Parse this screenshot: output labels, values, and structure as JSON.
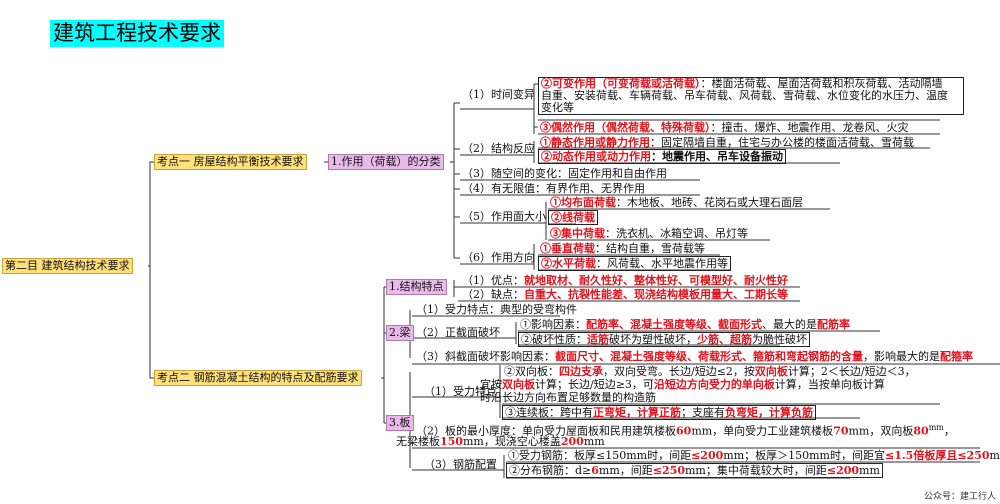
{
  "title": "建筑工程技术要求",
  "root": "第二目  建筑结构技术要求",
  "p1": {
    "label": "考点一  房屋结构平衡技术要求",
    "sub": "1.作用（荷载）的分类",
    "time": "（1）时间变异",
    "t2a": "②可变作用（可变荷载或活荷载）",
    "t2b": "：楼面活荷载、屋面活荷载和积灰荷载、活动隔墙",
    "t2c": "自重、安装荷载、车辆荷载、吊车荷载、风荷载、雪荷载、水位变化的水压力、温度",
    "t2d": "变化等",
    "t3a": "③偶然作用（偶然荷载、特殊荷载）",
    "t3b": "：撞击、爆炸、地震作用、龙卷风、火灾",
    "react": "（2）结构反应",
    "r1a": "①静态作用或静力作用",
    "r1b": "：固定隔墙自重，住宅与办公楼的楼面活荷载、雪荷载",
    "r2a": "②动态作用或动力作用",
    "r2b": "：地震作用、吊车设备振动",
    "space": "（3）随空间的变化：固定作用和自由作用",
    "limit": "（4）有无限值：有界作用、无界作用",
    "area": "（5）作用面大小",
    "a1a": "①均布面荷载",
    "a1b": "：木地板、地砖、花岗石或大理石面层",
    "a2a": "②线荷载",
    "a3a": "③集中荷载",
    "a3b": "：洗衣机、冰箱空调、吊灯等",
    "dir": "（6）作用方向",
    "d1a": "①垂直荷载",
    "d1b": "：结构自重，雪荷载等",
    "d2a": "②水平荷载",
    "d2b": "：风荷载、水平地震作用等"
  },
  "p2": {
    "label": "考点二  钢筋混凝土结构的特点及配筋要求",
    "s1": "1.结构特点",
    "adv": "（1）优点：",
    "adv_r": "就地取材、耐久性好、整体性好、可模型好、耐火性好",
    "dis": "（2）缺点：",
    "dis_r": "自重大、抗裂性能差、现浇结构模板用量大、工期长等",
    "s2": "2.梁",
    "b1": "（1）受力特点：典型的受弯构件",
    "b2": "（2）正截面破坏",
    "b2a": "①影响因素：",
    "b2a_r": "配筋率、混凝土强度等级、截面形式",
    "b2a_m": "、最大的是",
    "b2a_r2": "配筋率",
    "b2b": "②破坏性质：",
    "b2b_r": "适筋",
    "b2b_m": "破坏为塑性破坏，",
    "b2b_r2": "少筋、超筋",
    "b2b_e": "为脆性破坏",
    "b3": "（3）斜截面破坏影响因素：",
    "b3_r": "截面尺寸、混凝土强度等级、荷载形式、箍筋和弯起钢筋的含量",
    "b3_m": "，影响最大的是",
    "b3_r2": "配箍率",
    "s3": "3.板",
    "sl1": "（1）受力特点",
    "sl1a": "②双向板：",
    "sl1a_r": "四边支承",
    "sl1a_m": "，双向受弯。长边/短边≤2，按",
    "sl1a_r2": "双向板",
    "sl1a_e": "计算；2＜长边/短边＜3，",
    "sl1b": "宜按",
    "sl1b_r": "双向板",
    "sl1b_m": "计算；长边/短边≥3，可",
    "sl1b_r2": "沿短边方向受力的单向板",
    "sl1b_e": "计算，当按单向板计算",
    "sl1c": "时沿长边方向布置足够数量的构造筋",
    "sl1d": "③连续板：跨中有",
    "sl1d_r": "正弯矩，计算正筋",
    "sl1d_m": "；支座有",
    "sl1d_r2": "负弯矩，计算负筋",
    "sl2": "（2）板的最小厚度：单向受力屋面板和民用建筑楼板",
    "sl2_r1": "60",
    "sl2_m1": "mm，单向受力工业建筑楼板",
    "sl2_r2": "70",
    "sl2_m2": "mm，双向板",
    "sl2_r3": "80",
    "sl2_sup": "mm",
    "sl2_e": "，",
    "sl2b": "无梁楼板",
    "sl2b_r": "150",
    "sl2b_m": "mm，现浇空心楼盖",
    "sl2b_r2": "200",
    "sl2b_e": "mm",
    "sl3": "（3）钢筋配置",
    "sl3a": "①受力钢筋：板厚≤150mm时，间距",
    "sl3a_r": "≤200",
    "sl3a_m": "mm；板厚＞150mm时，间距宜",
    "sl3a_r2": "≤1.5倍板厚且≤250",
    "sl3a_e": "mm",
    "sl3b": "②分布钢筋：d≥",
    "sl3b_r": "6",
    "sl3b_m": "mm，间距",
    "sl3b_r2": "≤250",
    "sl3b_m2": "mm；集中荷载较大时，间距",
    "sl3b_r3": "≤200",
    "sl3b_e": "mm"
  },
  "watermark": "公众号：建工行人",
  "colors": {
    "accent_red": "#e0141e",
    "yellow_box": "#ffe07a",
    "pink_box": "#e9b9ea",
    "title_bg": "#00ffff"
  }
}
